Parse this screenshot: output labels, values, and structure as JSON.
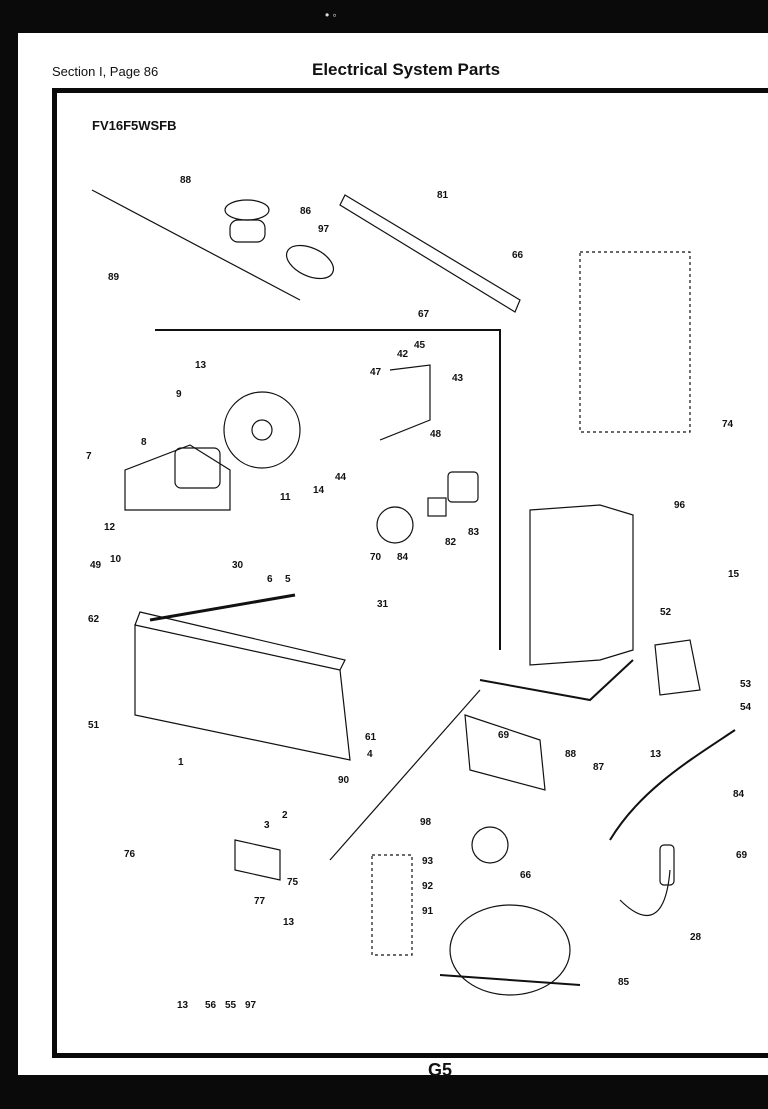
{
  "header": {
    "section": "Section I, Page 86",
    "title": "Electrical System Parts"
  },
  "model": "FV16F5WSFB",
  "page_number": "G5",
  "callouts": [
    "88",
    "86",
    "97",
    "81",
    "89",
    "66",
    "67",
    "74",
    "13",
    "47",
    "42",
    "45",
    "43",
    "9",
    "7",
    "8",
    "11",
    "14",
    "44",
    "48",
    "12",
    "10",
    "83",
    "82",
    "70",
    "84",
    "96",
    "15",
    "49",
    "30",
    "6",
    "5",
    "52",
    "53",
    "54",
    "31",
    "62",
    "51",
    "61",
    "1",
    "4",
    "90",
    "69",
    "88",
    "87",
    "13",
    "84",
    "2",
    "3",
    "98",
    "66",
    "76",
    "75",
    "77",
    "93",
    "92",
    "91",
    "13",
    "69",
    "28",
    "13",
    "56",
    "55",
    "97",
    "85"
  ]
}
